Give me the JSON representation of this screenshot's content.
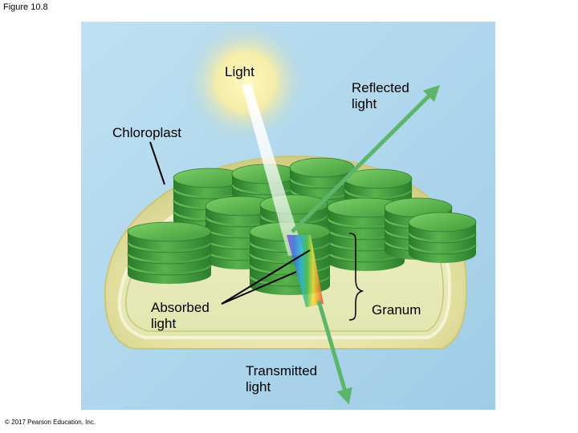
{
  "figure_caption": "Figure 10.8",
  "copyright": "© 2017 Pearson Education, Inc.",
  "colors": {
    "panel_background": "#a8d4ec",
    "chloroplast_outer": "#e7e4a6",
    "grana_green": "#3f9c3a",
    "arrow_green": "#5db56b"
  },
  "labels": {
    "light": "Light",
    "reflected": "Reflected\nlight",
    "chloroplast": "Chloroplast",
    "absorbed": "Absorbed\nlight",
    "granum": "Granum",
    "transmitted": "Transmitted\nlight"
  }
}
